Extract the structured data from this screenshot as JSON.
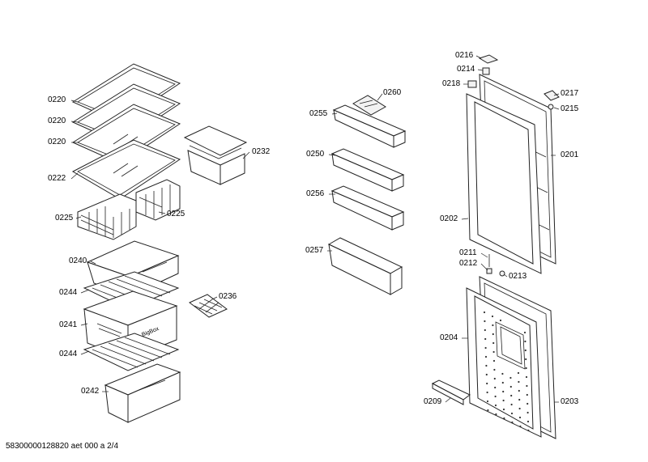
{
  "labels": {
    "l0220a": "0220",
    "l0220b": "0220",
    "l0220c": "0220",
    "l0222": "0222",
    "l0225a": "0225",
    "l0225b": "0225",
    "l0232": "0232",
    "l0240": "0240",
    "l0244a": "0244",
    "l0241": "0241",
    "l0244b": "0244",
    "l0242": "0242",
    "l0236": "0236",
    "l0260": "0260",
    "l0255": "0255",
    "l0250": "0250",
    "l0256": "0256",
    "l0257": "0257",
    "l0216": "0216",
    "l0214": "0214",
    "l0218": "0218",
    "l0217": "0217",
    "l0215": "0215",
    "l0201": "0201",
    "l0202": "0202",
    "l0211": "0211",
    "l0212": "0212",
    "l0213": "0213",
    "l0204": "0204",
    "l0209": "0209",
    "l0203": "0203"
  },
  "drawer_brand": "BigBox",
  "footer": "58300000128820 aet 000 a 2/4"
}
